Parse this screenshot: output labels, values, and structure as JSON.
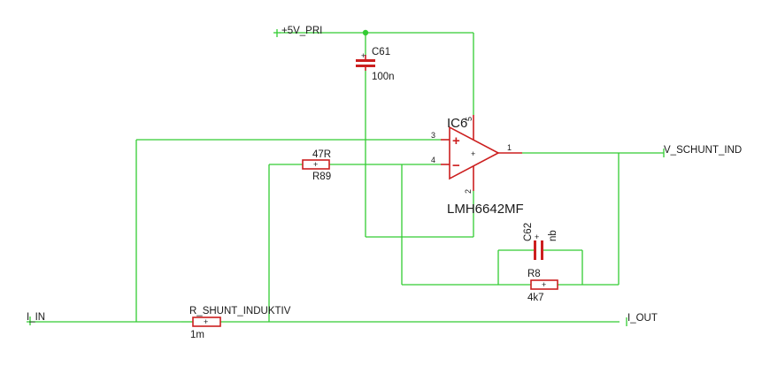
{
  "nets": {
    "supply": "+5V_PRI",
    "input": "I_IN",
    "output": "I_OUT",
    "sense_out": "V_SCHUNT_IND"
  },
  "parts": {
    "c61": {
      "name": "C61",
      "value": "100n"
    },
    "c62": {
      "name": "C62",
      "value": "nb"
    },
    "r89": {
      "name": "R89",
      "value": "47R"
    },
    "r8": {
      "name": "R8",
      "value": "4k7"
    },
    "rshunt": {
      "name": "R_SHUNT_INDUKTIV",
      "value": "1m"
    },
    "opamp": {
      "name": "IC6",
      "value": "LMH6642MF",
      "pins": {
        "noninv": "3",
        "inv": "4",
        "out": "1",
        "vplus": "5",
        "vminus": "2"
      },
      "noninv_sign": "+",
      "inv_sign": "−",
      "center_sign": "+"
    }
  },
  "colors": {
    "wire": "#33cc33",
    "part": "#cc1f1f",
    "text": "#1a1a1a"
  }
}
